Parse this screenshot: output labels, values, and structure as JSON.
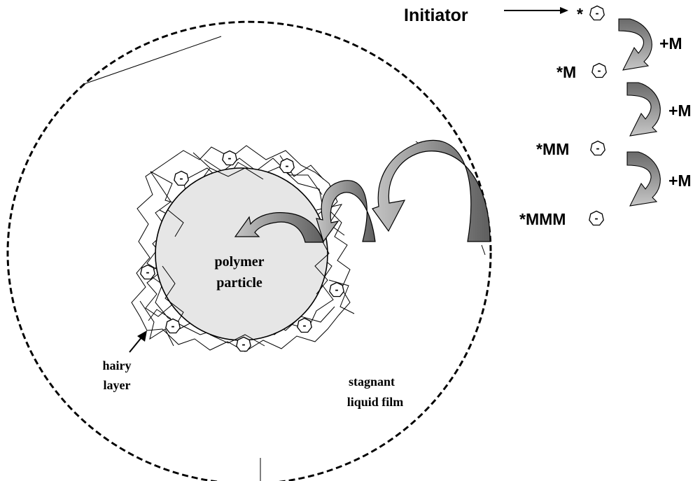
{
  "labels": {
    "initiator": "Initiator",
    "chain": [
      "*",
      "*M",
      "*MM",
      "*MMM"
    ],
    "plus_m": [
      "+M",
      "+M",
      "+M"
    ],
    "minus": "-",
    "polymer_line1": "polymer",
    "polymer_line2": "particle",
    "hairy_line1": "hairy",
    "hairy_line2": "layer",
    "film_line1": "stagnant",
    "film_line2": "liquid film"
  },
  "colors": {
    "particle_fill": "#e6e6e6",
    "arrow_light": "#b4b4b4",
    "arrow_dark": "#6e6e6e",
    "ink": "#000000"
  },
  "icons": {
    "charge": "heptagon-minus-icon",
    "arrow": "curved-arrow-icon"
  }
}
